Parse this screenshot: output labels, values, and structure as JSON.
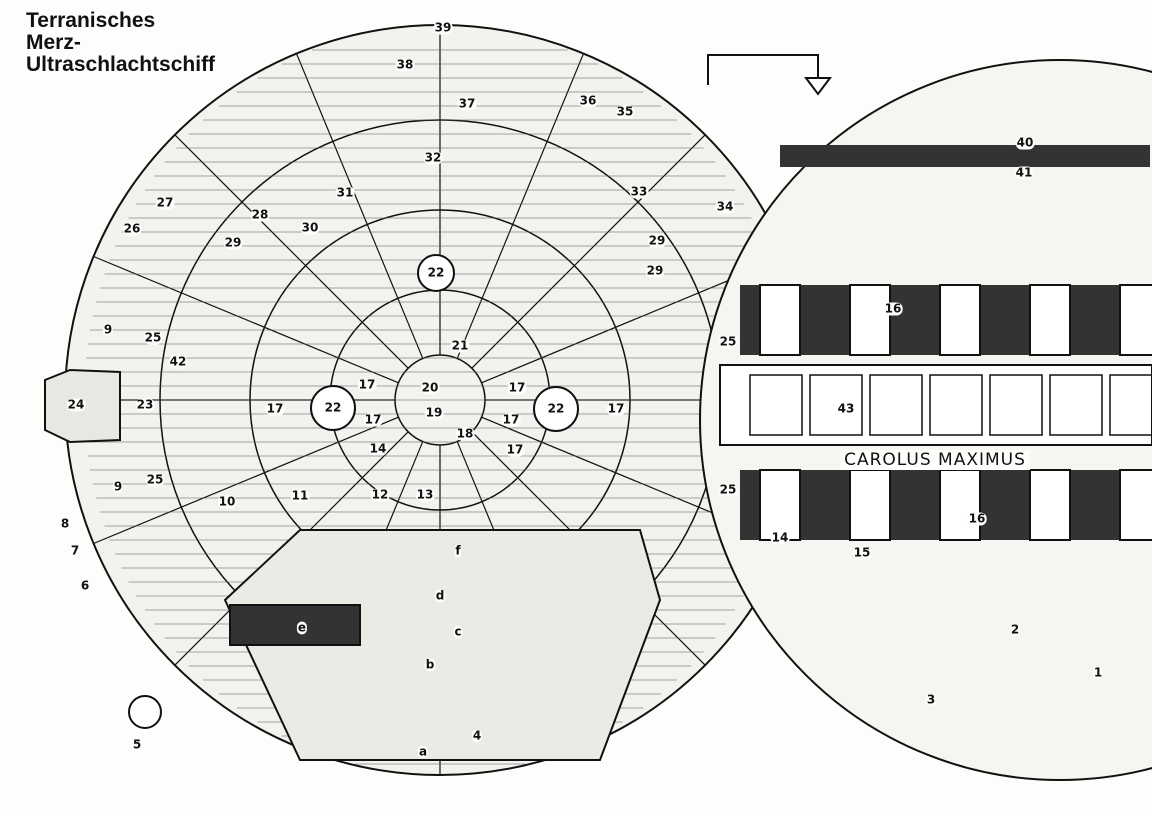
{
  "title": {
    "line1": "Terranisches",
    "line2": "Merz-",
    "line3": "Ultraschlachtschiff"
  },
  "ship_name": "CAROLUS MAXIMUS",
  "labels": [
    "39",
    "38",
    "37",
    "36",
    "35",
    "32",
    "31",
    "33",
    "34",
    "27",
    "28",
    "30",
    "26",
    "29",
    "29",
    "29",
    "22",
    "9",
    "25",
    "42",
    "21",
    "25",
    "17",
    "20",
    "17",
    "24",
    "23",
    "17",
    "22",
    "19",
    "17",
    "17",
    "22",
    "17",
    "18",
    "14",
    "17",
    "9",
    "25",
    "10",
    "11",
    "12",
    "13",
    "25",
    "8",
    "7",
    "6",
    "f",
    "d",
    "c",
    "b",
    "e",
    "a",
    "4",
    "5",
    "40",
    "41",
    "16",
    "43",
    "16",
    "14",
    "15",
    "2",
    "3",
    "1"
  ],
  "colors": {
    "ink": "#111111",
    "paper": "#fdfdfb",
    "shade": "#3a3a3a"
  }
}
